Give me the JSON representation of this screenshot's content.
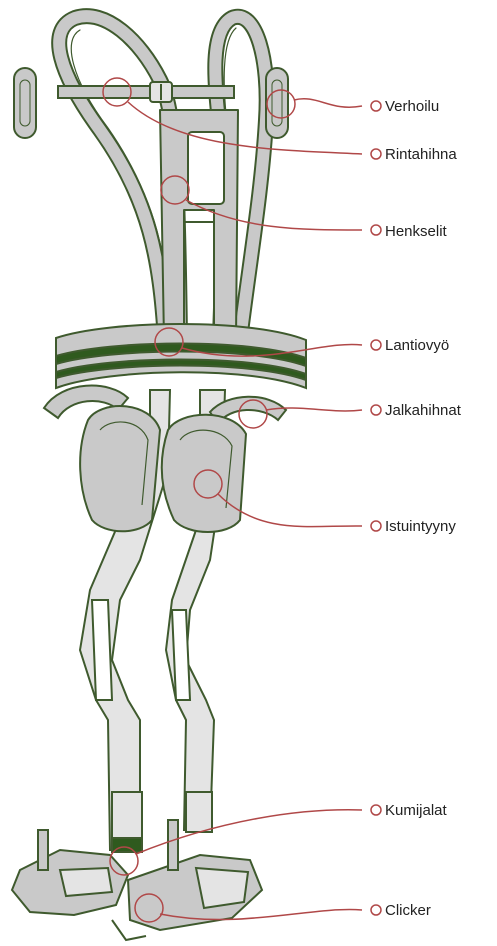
{
  "colors": {
    "outline": "#3f5a2e",
    "dark_green": "#2f5a1e",
    "fill_gray": "#c9c9c9",
    "light_gray": "#e4e4e4",
    "callout": "#b04848",
    "text": "#222222"
  },
  "labels": {
    "verhoilu": "Verhoilu",
    "rintahihna": "Rintahihna",
    "henkselit": "Henkselit",
    "lantiovyo": "Lantiovyö",
    "jalkahihnat": "Jalkahihnat",
    "istuintyyny": "Istuintyyny",
    "kumijalat": "Kumijalat",
    "clicker": "Clicker"
  }
}
